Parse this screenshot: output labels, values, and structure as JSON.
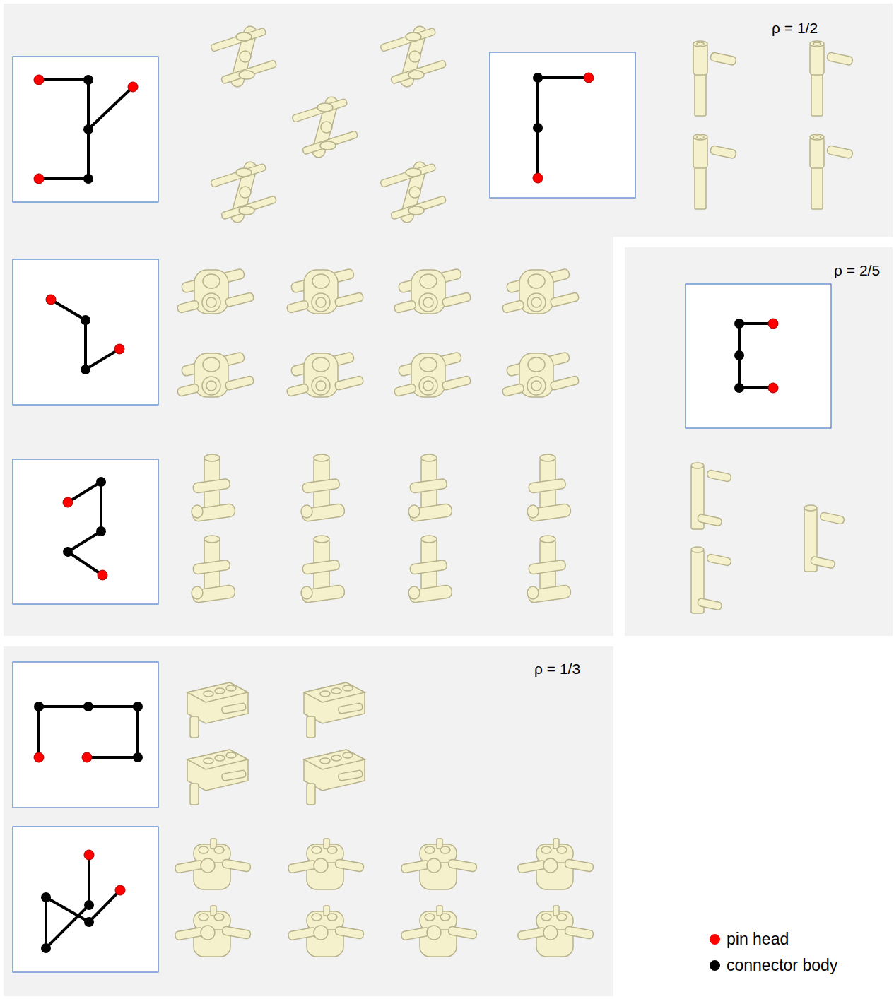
{
  "diagram": {
    "labels": [
      "ρ = 1/2",
      "ρ = 2/5",
      "ρ = 1/3"
    ],
    "legend": [
      {
        "text": "pin head",
        "color": "#ff0000"
      },
      {
        "text": "connector body",
        "color": "#000000"
      }
    ]
  }
}
